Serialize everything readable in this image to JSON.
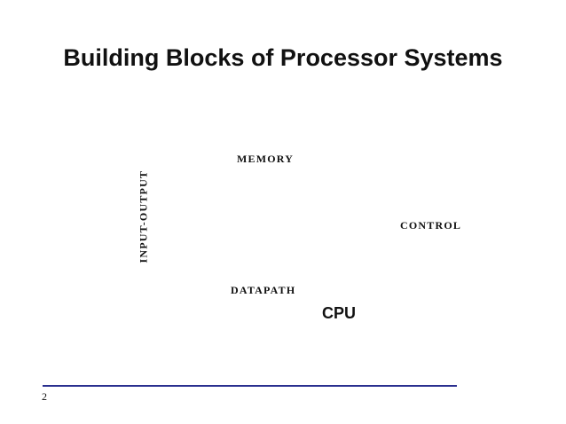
{
  "slide": {
    "title": "Building Blocks of Processor Systems",
    "blocks": {
      "memory": "MEMORY",
      "control": "CONTROL",
      "datapath": "DATAPATH",
      "input_output": "INPUT-OUTPUT",
      "cpu": "CPU"
    },
    "footer": {
      "page_number": "2",
      "rule_color": "#2a2f8f"
    }
  }
}
